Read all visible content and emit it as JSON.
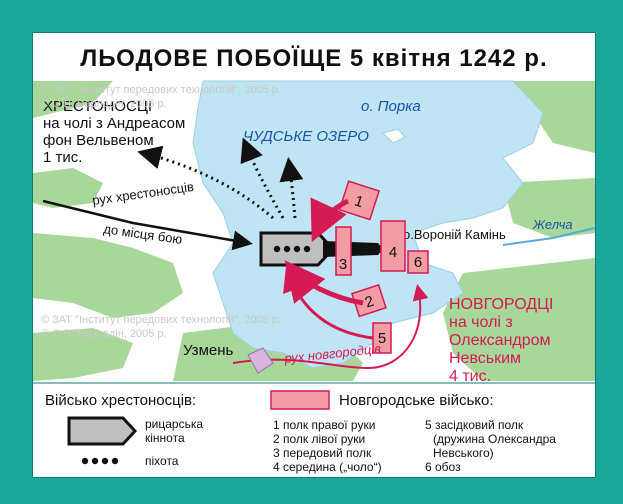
{
  "title": "ЛЬОДОВЕ ПОБОЇЩЕ  5 квітня 1242 р.",
  "colors": {
    "background": "#1aa89a",
    "land_green": "#a8d79a",
    "water": "#bfe4f3",
    "crusader_fill": "#bfbfbf",
    "novgorod_fill": "#f29ca3",
    "novgorod_red": "#d61a54"
  },
  "map_labels": {
    "crusaders_line1": "ХРЕСТОНОСЦІ",
    "crusaders_line2": "на чолі з Андреасом",
    "crusaders_line3": "фон Вельвеном",
    "crusaders_line4": "1 тис.",
    "lake": "ЧУДСЬКЕ ОЗЕРО",
    "island": "о. Порка",
    "raven_stone": "о.Вороній Камінь",
    "river": "Желча",
    "route_line1": "рух хрестоносців",
    "route_line2": "до місця бою",
    "uzmen": "Узмень",
    "novgorod_route": "рух новгородців",
    "novgorod_line1": "НОВГОРОДЦІ",
    "novgorod_line2": "на чолі з",
    "novgorod_line3": "Олександром",
    "novgorod_line4": "Невським",
    "novgorod_line5": "4 тис."
  },
  "regiments": [
    "1",
    "2",
    "3",
    "4",
    "5",
    "6"
  ],
  "legend": {
    "crusader_head": "Військо хрестоносців:",
    "knights_line1": "рицарська",
    "knights_line2": "кіннота",
    "infantry": "піхота",
    "novgorod_head": "Новгородське військо:",
    "items": [
      "1 полк правої руки",
      "2 полк лівої руки",
      "3 передовий полк",
      "4 середина („чоло“)",
      "5 засідковий полк",
      "(дружина Олександра",
      "Невського)",
      "6 обоз"
    ]
  },
  "watermarks": [
    "© ЗАТ \"Інститут передових технологій\", 2005 р.",
    "© О.В. Барладін, 2005 р."
  ]
}
